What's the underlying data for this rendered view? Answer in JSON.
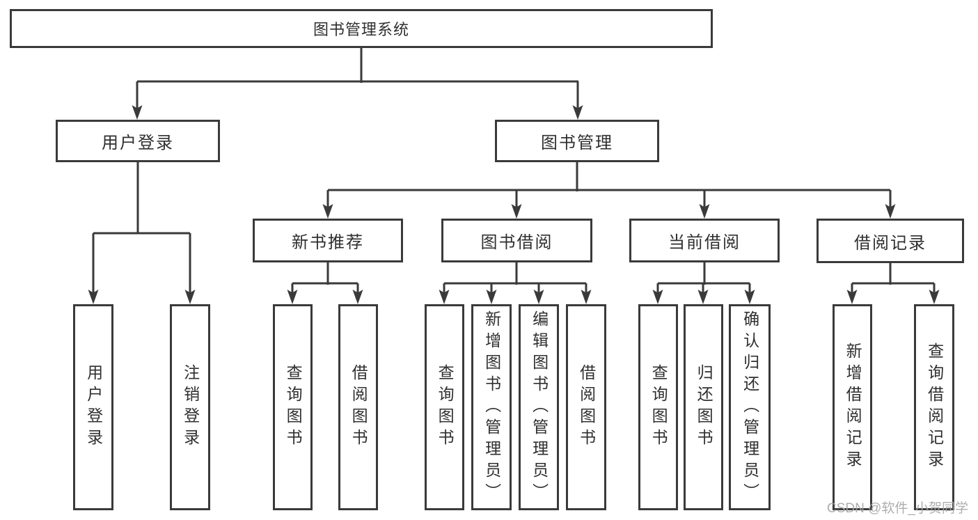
{
  "nodes": {
    "root": "图书管理系统",
    "level2": [
      "用户登录",
      "图书管理"
    ],
    "level3": [
      "新书推荐",
      "图书借阅",
      "当前借阅",
      "借阅记录"
    ],
    "leaves": [
      "用户登录",
      "注销登录",
      "查询图书",
      "借阅图书",
      "查询图书",
      "新增图书（管理员）",
      "编辑图书（管理员）",
      "借阅图书",
      "查询图书",
      "归还图书",
      "确认归还（管理员）",
      "新增借阅记录",
      "查询借阅记录"
    ]
  },
  "hierarchy": [
    {
      "parent": "图书管理系统",
      "children": [
        "用户登录",
        "图书管理"
      ]
    },
    {
      "parent": "用户登录",
      "children": [
        "用户登录",
        "注销登录"
      ]
    },
    {
      "parent": "图书管理",
      "children": [
        "新书推荐",
        "图书借阅",
        "当前借阅",
        "借阅记录"
      ]
    },
    {
      "parent": "新书推荐",
      "children": [
        "查询图书",
        "借阅图书"
      ]
    },
    {
      "parent": "图书借阅",
      "children": [
        "查询图书",
        "新增图书（管理员）",
        "编辑图书（管理员）",
        "借阅图书"
      ]
    },
    {
      "parent": "当前借阅",
      "children": [
        "查询图书",
        "归还图书",
        "确认归还（管理员）"
      ]
    },
    {
      "parent": "借阅记录",
      "children": [
        "新增借阅记录",
        "查询借阅记录"
      ]
    }
  ],
  "watermark": "CSDN @软件_小贺同学",
  "colors": {
    "line": "#3a3a3a",
    "text": "#2f2f2f",
    "watermark": "#a5a5a5",
    "background": "#ffffff"
  }
}
